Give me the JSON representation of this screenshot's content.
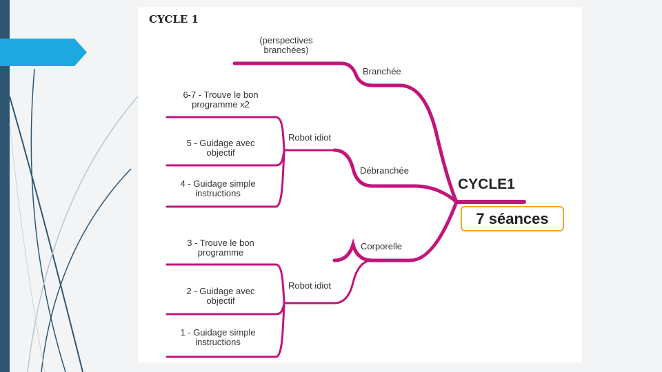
{
  "slide": {
    "title": "CYCLE 1"
  },
  "mindmap": {
    "root": {
      "title": "CYCLE1",
      "sessions": "7 séances"
    },
    "branches": {
      "branchee": {
        "label": "Branchée",
        "note_line1": "(perspectives",
        "note_line2": "branchées)"
      },
      "debranchee": {
        "label": "Débranchée",
        "sub": "Robot idiot",
        "leaves": [
          {
            "line1": "6-7  -  Trouve  le  bon",
            "line2": "programme  x2"
          },
          {
            "line1": "5  -  Guidage  avec",
            "line2": "objectif"
          },
          {
            "line1": "4  -  Guidage  simple",
            "line2": "instructions"
          }
        ]
      },
      "corporelle": {
        "label": "Corporelle",
        "sub": "Robot idiot",
        "leaves": [
          {
            "line1": "3  -  Trouve  le  bon",
            "line2": "programme"
          },
          {
            "line1": "2  -  Guidage  avec",
            "line2": "objectif"
          },
          {
            "line1": "1  -  Guidage  simple",
            "line2": "instructions"
          }
        ]
      }
    }
  },
  "colors": {
    "branch": "#c2157a",
    "root_box": "#f2a52e",
    "accent": "#1ea8e0",
    "sidebar": "#2e5672"
  }
}
